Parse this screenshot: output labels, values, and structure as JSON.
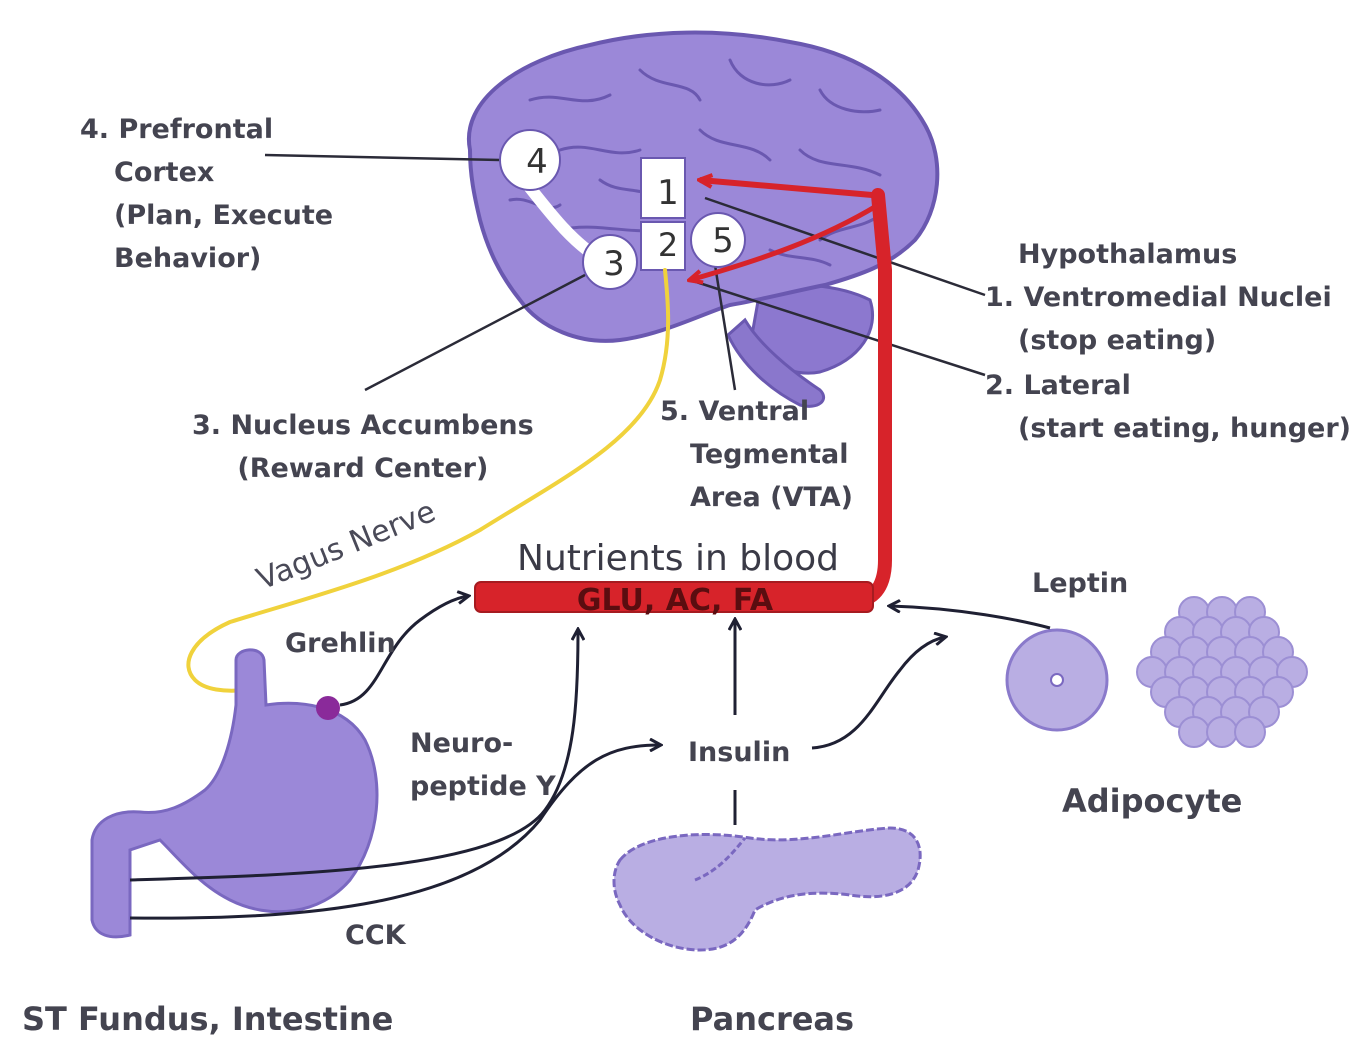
{
  "labels": {
    "prefrontal": [
      "4. Prefrontal",
      "Cortex",
      "(Plan, Execute",
      "Behavior)"
    ],
    "hypothalamus": "Hypothalamus",
    "ventromedial": [
      "1. Ventromedial Nuclei",
      "(stop eating)"
    ],
    "lateral": [
      "2. Lateral",
      "(start eating, hunger)"
    ],
    "nucleus_accumbens": [
      "3. Nucleus Accumbens",
      "(Reward Center)"
    ],
    "vta": [
      "5. Ventral",
      "Tegmental",
      "Area (VTA)"
    ],
    "vagus_nerve": "Vagus Nerve",
    "nutrients_title": "Nutrients in blood",
    "nutrients_list": "GLU, AC, FA",
    "grehlin": "Grehlin",
    "neuropeptide": [
      "Neuro-",
      "peptide Y"
    ],
    "insulin": "Insulin",
    "leptin": "Leptin",
    "adipocyte": "Adipocyte",
    "cck": "CCK",
    "stomach_caption": "ST Fundus, Intestine",
    "pancreas_caption": "Pancreas"
  },
  "brain_nodes": {
    "n1": "1",
    "n2": "2",
    "n3": "3",
    "n4": "4",
    "n5": "5"
  },
  "colors": {
    "organ_fill": "#9b88d8",
    "organ_dark": "#7362b8",
    "light_organ": "#b9aee3",
    "signal_red": "#d7232a",
    "vagus_yellow": "#f0d23c",
    "arrow_dark": "#1f2033",
    "text": "#444450"
  }
}
